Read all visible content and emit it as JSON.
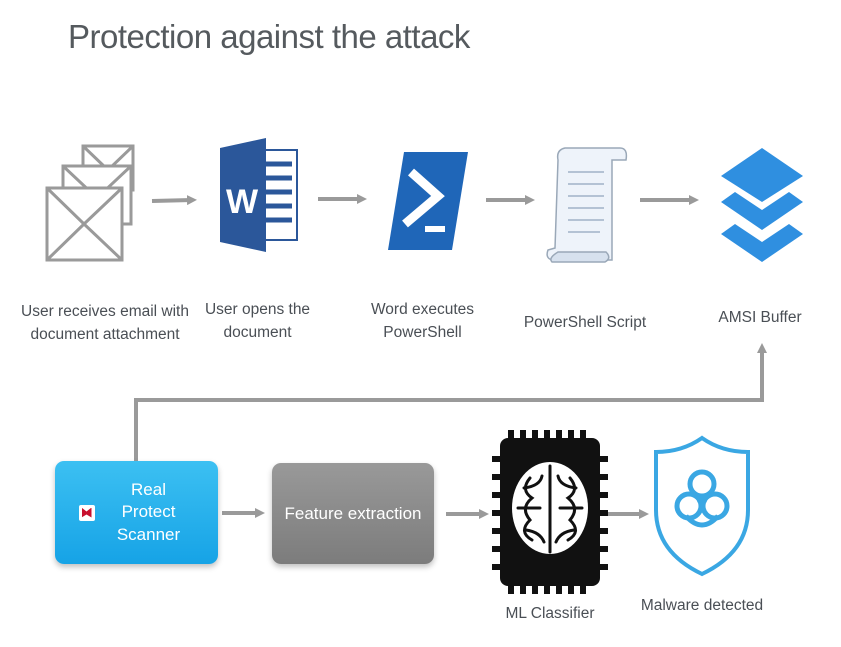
{
  "title": "Protection against the attack",
  "steps": [
    {
      "id": "email",
      "label": "User receives email with document attachment",
      "icon": "email-stack-icon"
    },
    {
      "id": "word",
      "label": "User opens the document",
      "icon": "word-icon"
    },
    {
      "id": "powershell",
      "label": "Word executes PowerShell",
      "icon": "powershell-icon"
    },
    {
      "id": "script",
      "label": "PowerShell Script",
      "icon": "script-scroll-icon"
    },
    {
      "id": "amsi",
      "label": "AMSI Buffer",
      "icon": "layers-icon"
    }
  ],
  "bottom": {
    "scanner_label": "Real Protect Scanner",
    "feature_label": "Feature extraction",
    "ml_label": "ML Classifier",
    "malware_label": "Malware detected"
  },
  "word_letter": "W",
  "colors": {
    "arrow": "#9a9a9a",
    "word_blue": "#2b579a",
    "powershell_blue": "#1f66b8",
    "amsi_blue": "#2f8fe0",
    "scanner_blue": "#16a3e6",
    "feature_gray": "#8a8a8a",
    "shield_blue": "#3aa7e3"
  }
}
